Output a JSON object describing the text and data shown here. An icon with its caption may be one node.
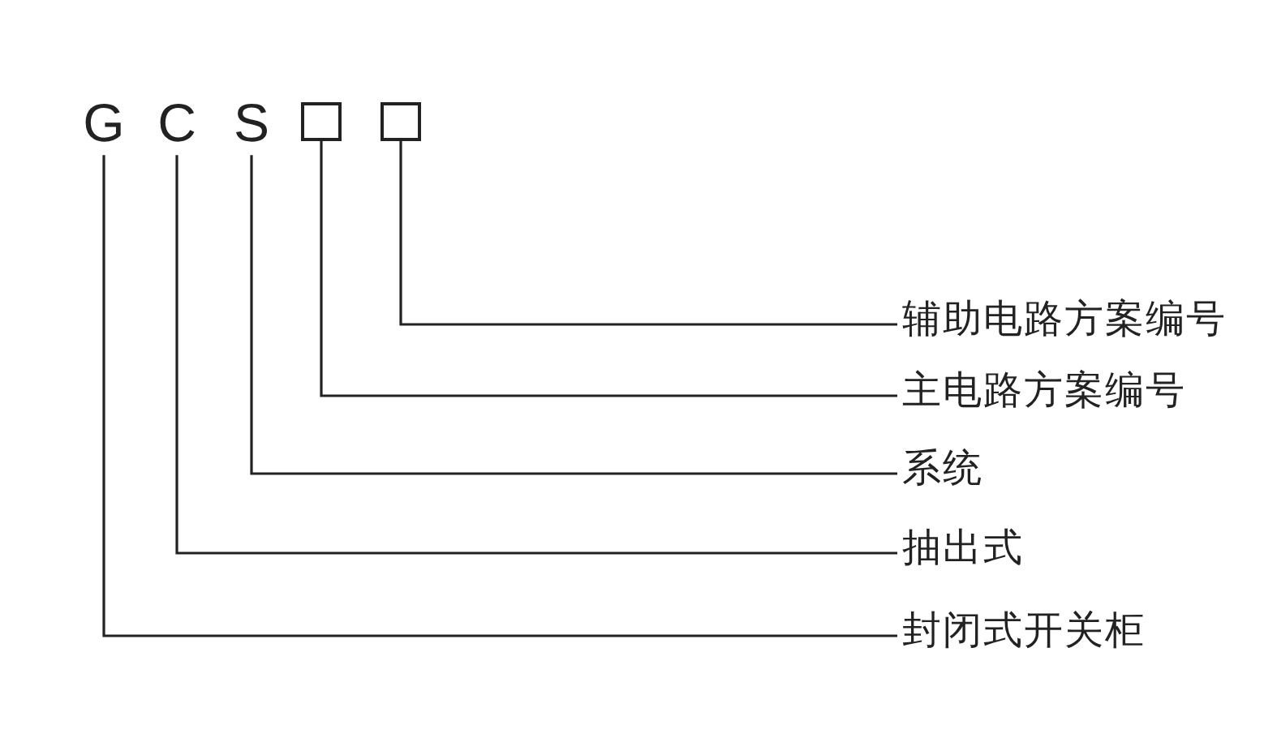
{
  "diagram": {
    "nodes": [
      {
        "text": [
          "G"
        ]
      },
      {
        "text": [
          "C"
        ]
      },
      {
        "text": [
          "S"
        ]
      },
      {
        "text": [],
        "shape": "box"
      },
      {
        "text": [],
        "shape": "box"
      },
      {
        "text": [
          "辅助电路方案编号"
        ]
      },
      {
        "text": [
          "主电路方案编号"
        ]
      },
      {
        "text": [
          "系统"
        ]
      },
      {
        "text": [
          "抽出式"
        ]
      },
      {
        "text": [
          "封闭式开关柜"
        ]
      }
    ],
    "edges": [
      {
        "from": 5,
        "to": 4,
        "arrow": "none"
      },
      {
        "from": 6,
        "to": 3,
        "arrow": "none"
      },
      {
        "from": 7,
        "to": 2,
        "arrow": "none"
      },
      {
        "from": 8,
        "to": 1,
        "arrow": "none"
      },
      {
        "from": 9,
        "to": 0,
        "arrow": "none"
      }
    ]
  }
}
